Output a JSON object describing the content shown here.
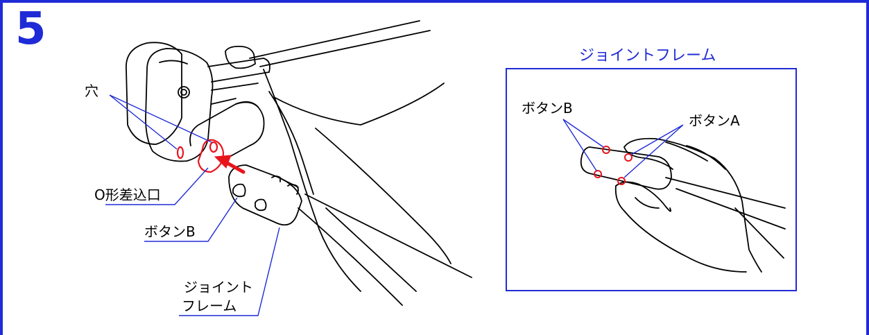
{
  "step_number": "5",
  "labels": {
    "hole": "穴",
    "o_socket": "O形差込口",
    "button_b_main": "ボタンB",
    "joint_frame_line1": "ジョイント",
    "joint_frame_line2": "フレーム"
  },
  "inset": {
    "title": "ジョイントフレーム",
    "button_b": "ボタンB",
    "button_a": "ボタンA"
  },
  "colors": {
    "frame": "#1f2bd6",
    "leader": "#1f2bd6",
    "highlight": "#e8141c",
    "line": "#000000"
  }
}
